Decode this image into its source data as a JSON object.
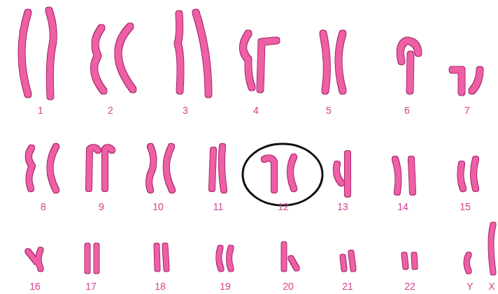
{
  "diagram": {
    "labels": [
      "1",
      "2",
      "3",
      "4",
      "5",
      "6",
      "7",
      "8",
      "9",
      "10",
      "11",
      "12",
      "13",
      "14",
      "15",
      "16",
      "17",
      "18",
      "19",
      "20",
      "21",
      "22",
      "Y",
      "X"
    ]
  }
}
